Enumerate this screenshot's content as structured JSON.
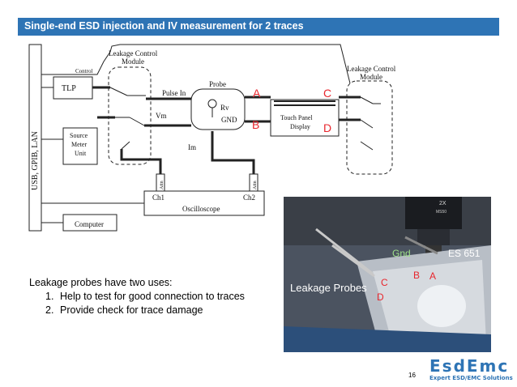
{
  "slide": {
    "title": "Single-end ESD injection and IV measurement for 2 traces",
    "page_number": "16"
  },
  "diagram": {
    "bus_label": "USB, GPIB, LAN",
    "control_label": "Control",
    "tlp": "TLP",
    "lcm_left_line1": "Leakage Control",
    "lcm_left_line2": "Module",
    "lcm_right_line1": "Leakage Control",
    "lcm_right_line2": "Module",
    "probe": "Probe",
    "pulse_in": "Pulse In",
    "rv": "Rv",
    "gnd": "GND",
    "vm": "Vm",
    "im": "Im",
    "smu_line1": "Source",
    "smu_line2": "Meter",
    "smu_line3": "Unit",
    "touch_panel_line1": "Touch Panel",
    "touch_panel_line2": "Display",
    "attn": "Attn",
    "ch1": "Ch1",
    "ch2": "Ch2",
    "oscilloscope": "Oscilloscope",
    "computer": "Computer",
    "marker_a": "A",
    "marker_b": "B",
    "marker_c": "C",
    "marker_d": "D",
    "marker_color": "#e8262d"
  },
  "text_block": {
    "intro": "Leakage probes have two uses:",
    "items": [
      {
        "num": "1.",
        "text": "Help to test for good connection to traces"
      },
      {
        "num": "2.",
        "text": "Provide check for trace damage"
      }
    ]
  },
  "photo": {
    "gnd_label": "Gnd",
    "es_label": "ES 651",
    "leakage_probes": "Leakage Probes",
    "a": "A",
    "b": "B",
    "c": "C",
    "d": "D",
    "scope_text1": "2X",
    "scope_text2": "MS50"
  },
  "logo": {
    "main": "EsdEmc",
    "sub": "Expert ESD/EMC Solutions"
  },
  "colors": {
    "title_bar": "#2e74b5",
    "logo": "#2e74b5",
    "marker_red": "#e8262d"
  }
}
